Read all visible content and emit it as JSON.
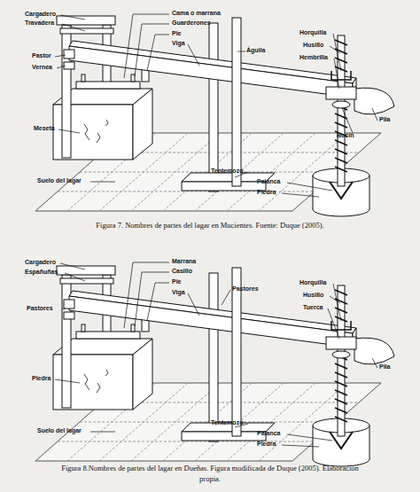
{
  "diagram": {
    "labels": [
      "Cargadero",
      "Travadera",
      "Cama o marrana",
      "Guarderones",
      "Pie",
      "Viga",
      "Pastor",
      "Vernea",
      "Águila",
      "Horquilla",
      "Husillo",
      "Hembrilla",
      "Meseta",
      "Bocín",
      "Pila",
      "Tentemozo",
      "Palanca",
      "Piedra",
      "Suelo del lagar",
      "Figura 7. Nombres de partes del lagar en Mucientes. Fuente: Duque (2005).",
      "Cargadero",
      "Españuñas",
      "Marrana",
      "Casillo",
      "Pie",
      "Viga",
      "Pastores",
      "Horquilla",
      "Husillo",
      "Tuerca",
      "Pastores",
      "Pila",
      "Piedra",
      "Tentemozo",
      "Palanca",
      "Piedra",
      "Suelo del lagar",
      "Figura 8.Nombres de partes del lagar en Dueñas. Figura modificada de Duque (2005). Elaboración propia."
    ]
  }
}
